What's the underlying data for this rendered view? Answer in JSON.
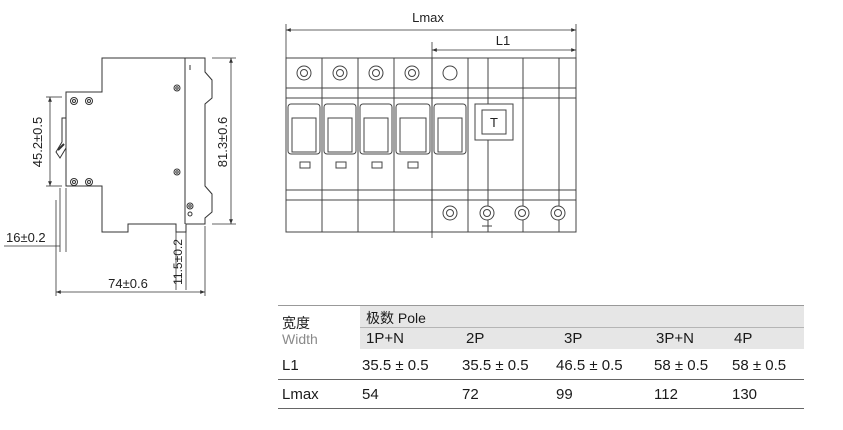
{
  "side_view": {
    "dim_height_inner": "45.2±0.5",
    "dim_height_total": "81.3±0.6",
    "dim_rail": "16±0.2",
    "dim_foot": "11.5±0.2",
    "dim_depth": "74±0.6"
  },
  "front_view": {
    "dim_lmax": "Lmax",
    "dim_l1": "L1",
    "test_button": "T"
  },
  "table": {
    "header_zh_width": "宽度",
    "header_en_width": "Width",
    "header_poles": "极数 Pole",
    "poles": [
      "1P+N",
      "2P",
      "3P",
      "3P+N",
      "4P"
    ],
    "rows": [
      {
        "label": "L1",
        "values": [
          "35.5 ± 0.5",
          "35.5 ± 0.5",
          "46.5 ± 0.5",
          "58 ± 0.5",
          "58 ± 0.5"
        ]
      },
      {
        "label": "Lmax",
        "values": [
          "54",
          "72",
          "99",
          "112",
          "130"
        ]
      }
    ]
  }
}
